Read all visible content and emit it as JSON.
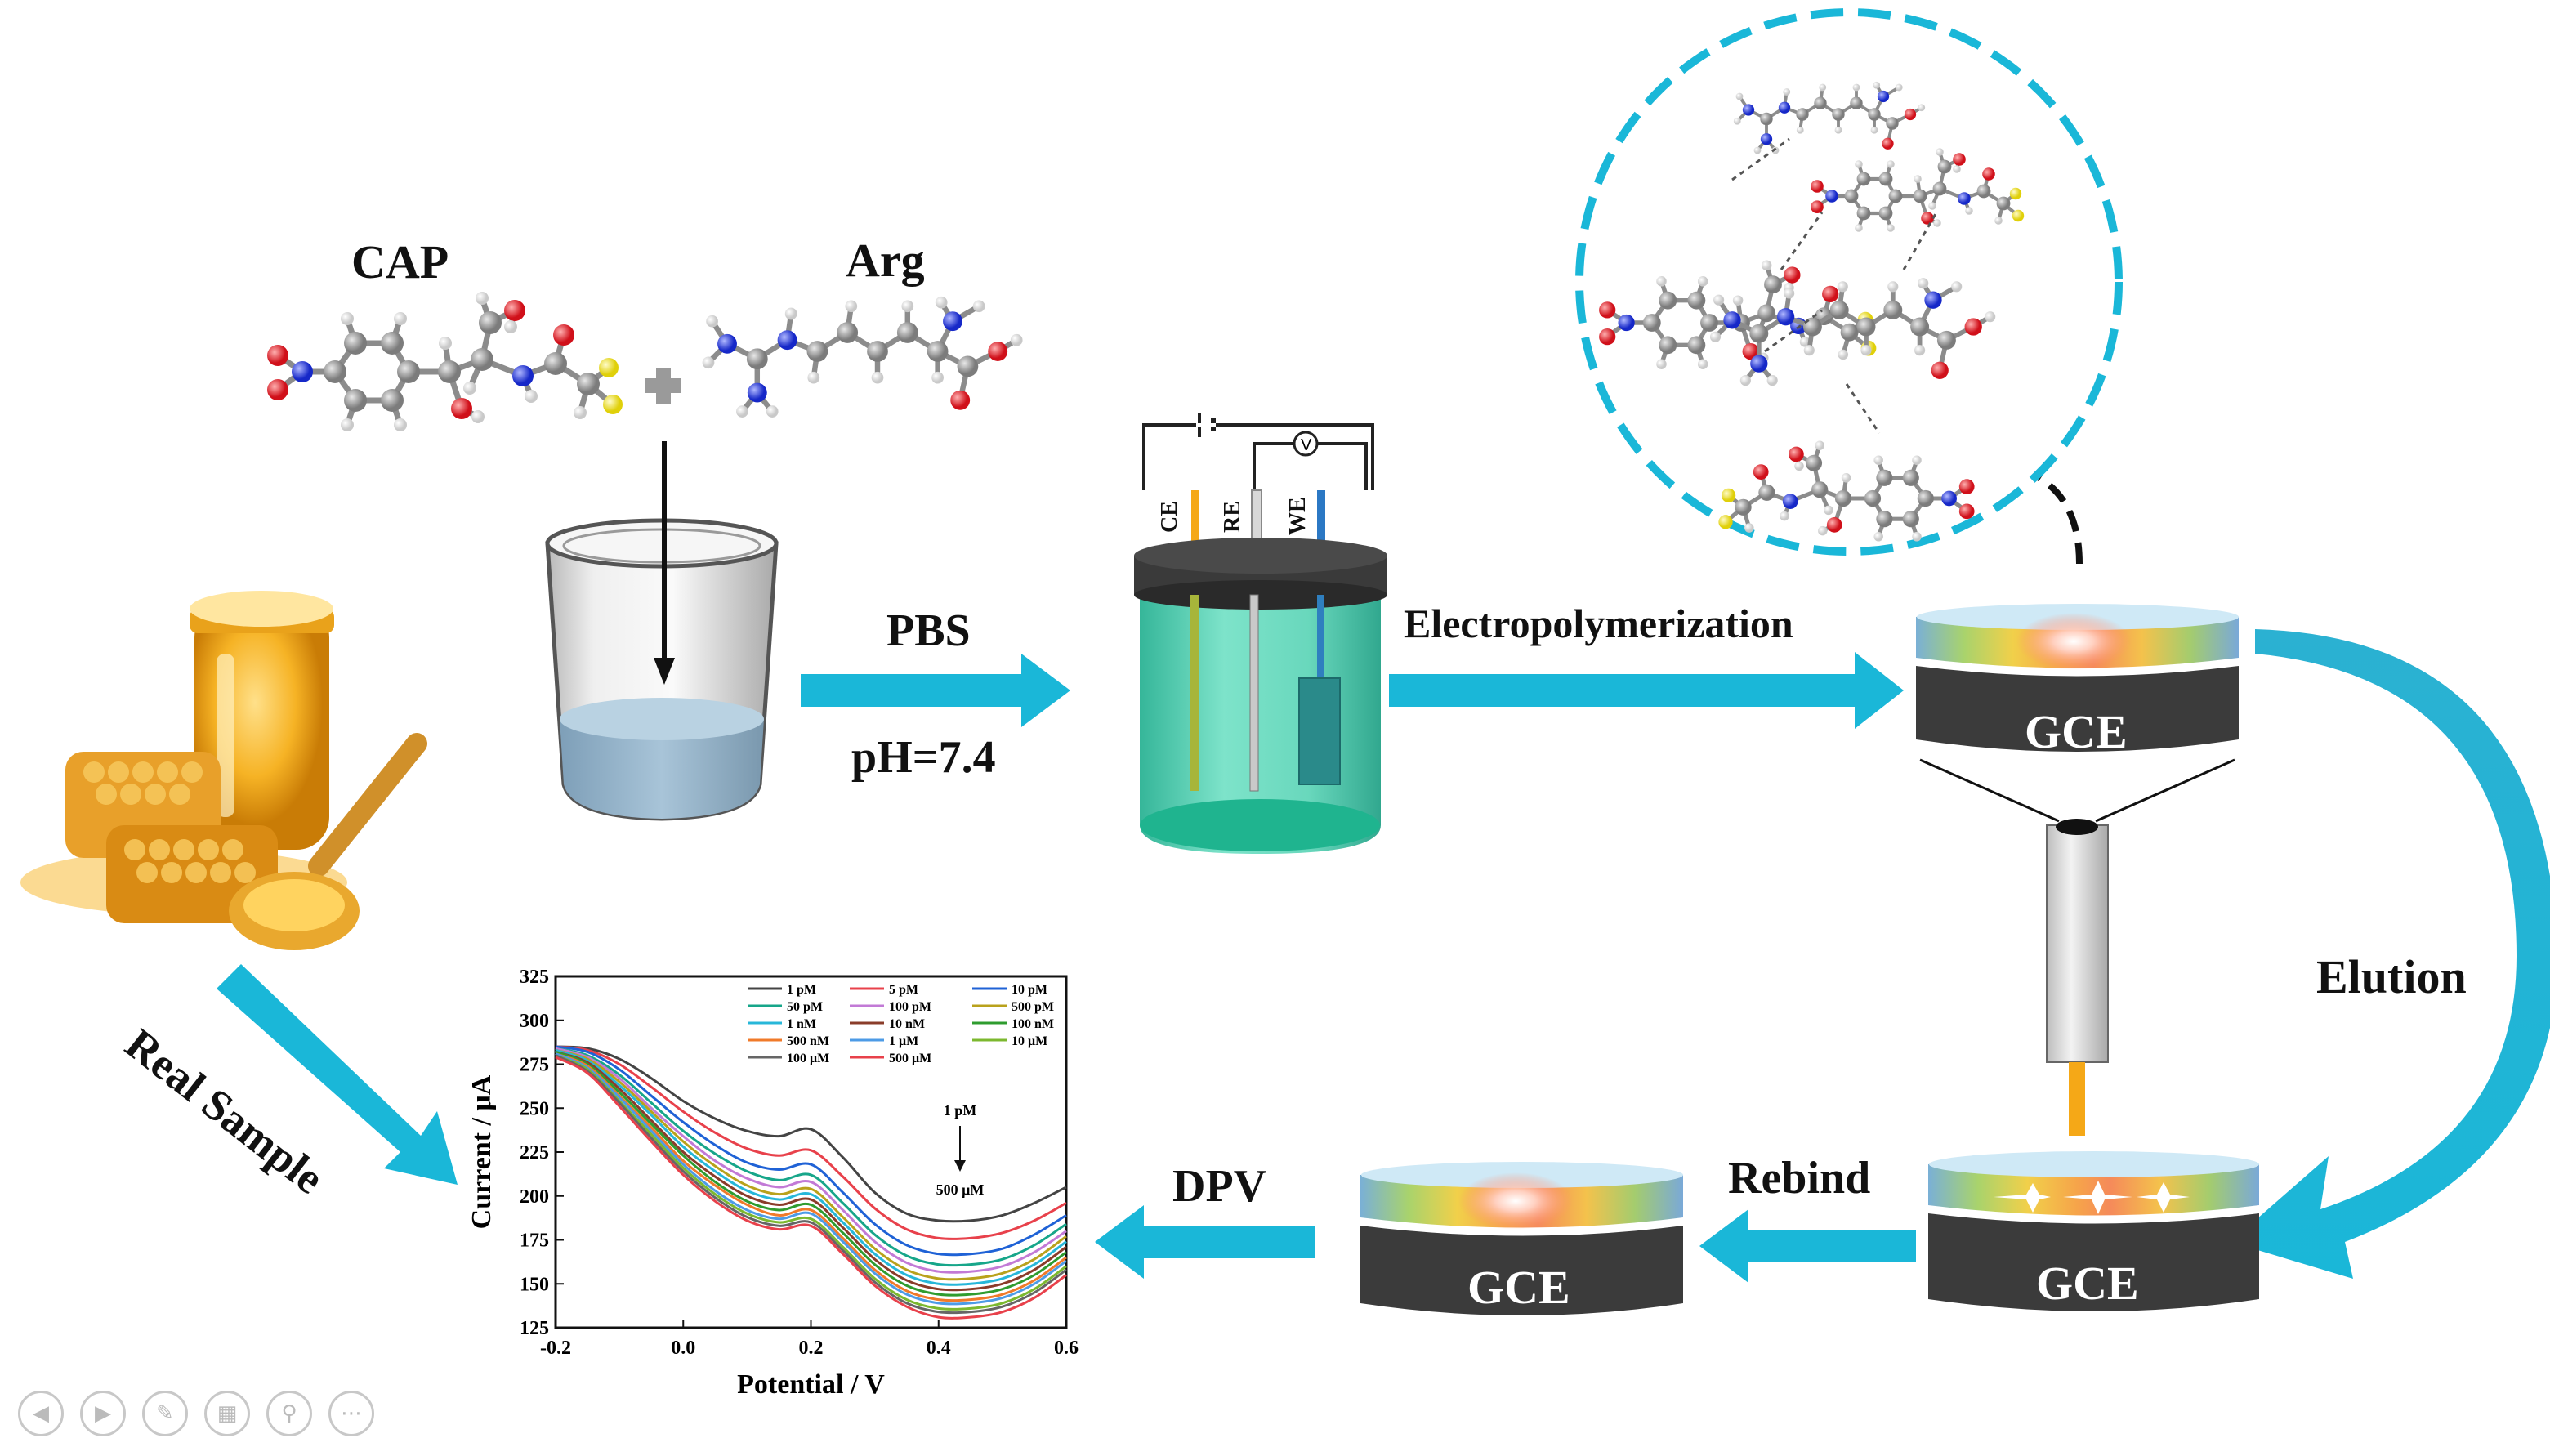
{
  "labels": {
    "cap": "CAP",
    "arg": "Arg",
    "pbs": "PBS",
    "ph": "pH=7.4",
    "electropolymerization": "Electropolymerization",
    "elution": "Elution",
    "rebind": "Rebind",
    "dpv": "DPV",
    "real_sample": "Real Sample",
    "gce": "GCE",
    "ce": "CE",
    "re": "RE",
    "we": "WE",
    "voltmeter": "V"
  },
  "colors": {
    "arrow": "#1ab7d8",
    "dashed_circle": "#1ab7d8",
    "cell_liquid": "#3ec9a7",
    "electrode_body": "#3b3b3b",
    "oxygen": "#e2202a",
    "nitrogen": "#2a3ce0",
    "carbon": "#9a9a9a",
    "sulfur_chlorine": "#f3ec1c",
    "hydrogen": "#f2f2f2"
  },
  "chart_data": {
    "type": "line",
    "xlabel": "Potential / V",
    "ylabel": "Current / μA",
    "xlim": [
      -0.2,
      0.6
    ],
    "ylim": [
      125,
      325
    ],
    "x_ticks": [
      "-0.2",
      "0.0",
      "0.2",
      "0.4",
      "0.6"
    ],
    "y_ticks": [
      "125",
      "150",
      "175",
      "200",
      "225",
      "250",
      "275",
      "300",
      "325"
    ],
    "annotation_top": "1 pM",
    "annotation_bottom": "500 μM",
    "x": [
      -0.2,
      -0.15,
      -0.1,
      -0.05,
      0.0,
      0.05,
      0.1,
      0.15,
      0.2,
      0.25,
      0.3,
      0.35,
      0.4,
      0.45,
      0.5,
      0.55,
      0.6
    ],
    "series": [
      {
        "name": "1 pM",
        "color": "#444444",
        "values": [
          285,
          284,
          278,
          267,
          254,
          244,
          237,
          234,
          238,
          222,
          202,
          190,
          186,
          186,
          189,
          196,
          205
        ]
      },
      {
        "name": "5 pM",
        "color": "#e8414b",
        "values": [
          285,
          283,
          275,
          262,
          248,
          236,
          227,
          223,
          226,
          211,
          193,
          181,
          176,
          176,
          179,
          186,
          196
        ]
      },
      {
        "name": "10 pM",
        "color": "#1f62d6",
        "values": [
          285,
          282,
          272,
          257,
          242,
          229,
          219,
          215,
          218,
          202,
          184,
          172,
          167,
          167,
          170,
          178,
          189
        ]
      },
      {
        "name": "50 pM",
        "color": "#17a68a",
        "values": [
          284,
          280,
          269,
          253,
          237,
          224,
          214,
          209,
          212,
          196,
          178,
          166,
          161,
          161,
          164,
          172,
          184
        ]
      },
      {
        "name": "100 pM",
        "color": "#c27ad6",
        "values": [
          284,
          279,
          267,
          250,
          234,
          220,
          210,
          205,
          208,
          192,
          174,
          162,
          157,
          157,
          160,
          168,
          180
        ]
      },
      {
        "name": "500 pM",
        "color": "#b9a21c",
        "values": [
          283,
          278,
          265,
          248,
          231,
          217,
          206,
          201,
          204,
          188,
          170,
          158,
          153,
          153,
          156,
          164,
          177
        ]
      },
      {
        "name": "1 nM",
        "color": "#27b7d9",
        "values": [
          283,
          277,
          263,
          246,
          228,
          214,
          203,
          198,
          201,
          185,
          167,
          155,
          150,
          150,
          153,
          161,
          174
        ]
      },
      {
        "name": "10 nM",
        "color": "#8a3c2a",
        "values": [
          282,
          276,
          261,
          243,
          225,
          211,
          200,
          195,
          198,
          182,
          164,
          152,
          147,
          147,
          150,
          158,
          171
        ]
      },
      {
        "name": "100 nM",
        "color": "#2f9c2f",
        "values": [
          282,
          275,
          259,
          241,
          223,
          208,
          197,
          192,
          195,
          179,
          161,
          149,
          144,
          144,
          147,
          155,
          168
        ]
      },
      {
        "name": "500 nM",
        "color": "#f07a2a",
        "values": [
          281,
          274,
          257,
          239,
          220,
          206,
          195,
          189,
          192,
          176,
          158,
          146,
          141,
          141,
          144,
          152,
          165
        ]
      },
      {
        "name": "1 μM",
        "color": "#4d9be6",
        "values": [
          281,
          273,
          256,
          237,
          218,
          203,
          192,
          187,
          190,
          174,
          156,
          144,
          139,
          139,
          142,
          150,
          163
        ]
      },
      {
        "name": "10 μM",
        "color": "#7cb82f",
        "values": [
          280,
          272,
          254,
          235,
          216,
          201,
          190,
          185,
          187,
          171,
          153,
          141,
          136,
          136,
          139,
          147,
          160
        ]
      },
      {
        "name": "100 μM",
        "color": "#666666",
        "values": [
          280,
          271,
          253,
          233,
          214,
          199,
          188,
          183,
          185,
          169,
          151,
          139,
          134,
          134,
          137,
          145,
          158
        ]
      },
      {
        "name": "500 μM",
        "color": "#e8414b",
        "values": [
          279,
          270,
          251,
          231,
          212,
          197,
          186,
          181,
          183,
          167,
          149,
          137,
          131,
          131,
          134,
          142,
          155
        ]
      }
    ]
  }
}
